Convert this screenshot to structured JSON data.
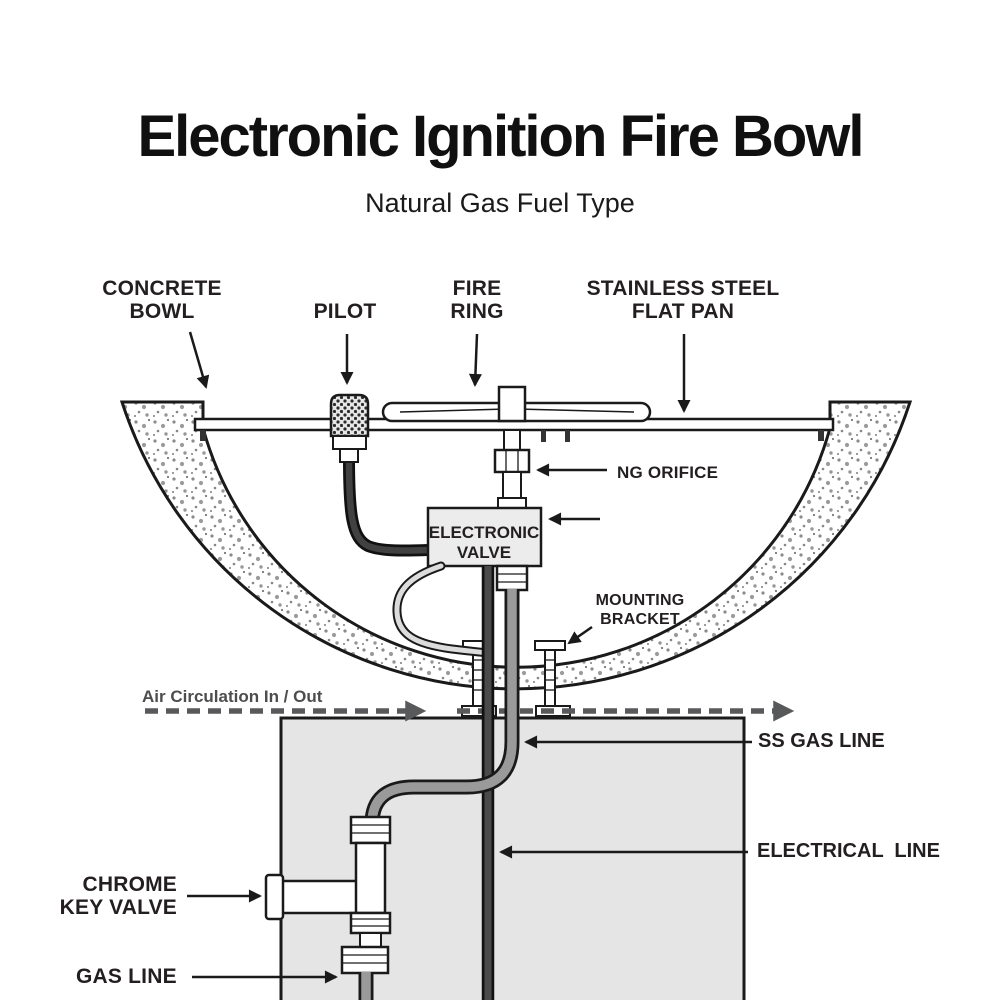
{
  "header": {
    "title": "Electronic Ignition Fire Bowl",
    "subtitle": "Natural Gas Fuel Type"
  },
  "callouts": {
    "concrete_bowl": {
      "line1": "CONCRETE",
      "line2": "BOWL"
    },
    "pilot": "PILOT",
    "fire_ring": {
      "line1": "FIRE",
      "line2": "RING"
    },
    "stainless_pan": {
      "line1": "STAINLESS STEEL",
      "line2": "FLAT PAN"
    },
    "ng_orifice": "NG ORIFICE",
    "mounting_bracket": {
      "line1": "MOUNTING",
      "line2": "BRACKET"
    },
    "air_circulation": "Air Circulation In / Out",
    "ss_gas_line": "SS GAS LINE",
    "electrical_line": "ELECTRICAL  LINE",
    "chrome_key_valve": {
      "line1": "CHROME",
      "line2": "KEY VALVE"
    },
    "gas_line": "GAS LINE"
  },
  "components": {
    "electronic_valve": {
      "line1": "ELECTRONIC",
      "line2": "VALVE"
    }
  },
  "colors": {
    "ink": "#231f20",
    "line": "#1a1a1a",
    "air_arrow_gray": "#58595b",
    "pipe_gray": "#9a9a9a",
    "electrical_gray": "#4a4a4a",
    "pedestal_fill": "#e5e5e5",
    "valve_fill": "#ececec"
  }
}
